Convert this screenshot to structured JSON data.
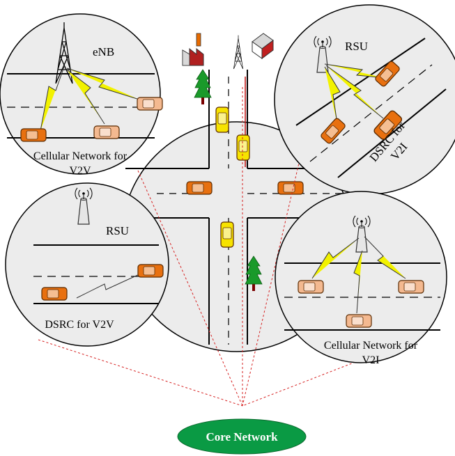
{
  "labels": {
    "enb": "eNB",
    "rsu_top": "RSU",
    "rsu_left": "RSU",
    "cellular_v2v_line1": "Cellular Network for",
    "cellular_v2v_line2": "V2V",
    "dsrc_v2i_line1": "DSRC for",
    "dsrc_v2i_line2": "V2I",
    "dsrc_v2v": "DSRC for V2V",
    "cellular_v2i_line1": "Cellular Network for",
    "cellular_v2i_line2": "V2I",
    "core_network": "Core Network"
  },
  "colors": {
    "circle_fill": "#ececec",
    "car_orange": "#e8700f",
    "car_peach": "#f4b990",
    "car_yellow": "#f7e300",
    "lightning": "#f2f200",
    "link_red": "#d62020",
    "core_green": "#0a9a44",
    "tree_green": "#1a9a2a"
  },
  "icons": [
    "cell-tower-icon",
    "rsu-antenna-icon",
    "factory-icon",
    "house-icon",
    "tree-icon",
    "car-icon",
    "lightning-link-icon"
  ]
}
